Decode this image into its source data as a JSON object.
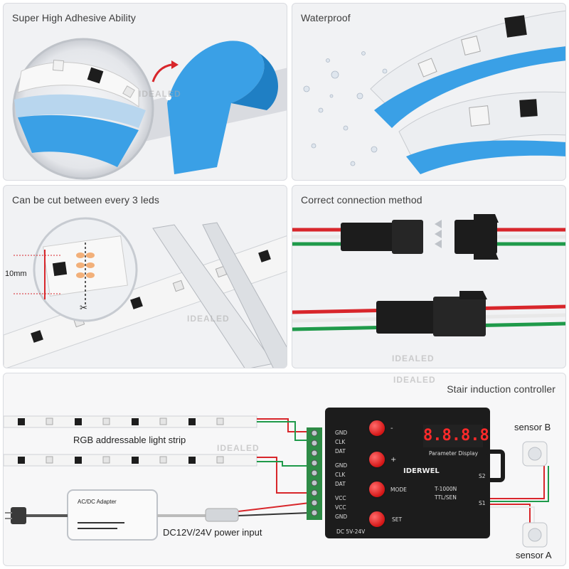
{
  "panels": {
    "adhesive": {
      "caption": "Super High Adhesive Ability"
    },
    "waterproof": {
      "caption": "Waterproof"
    },
    "cut": {
      "caption": "Can be cut between every 3 leds",
      "measure": "10mm"
    },
    "connection": {
      "caption": "Correct connection method"
    },
    "controller": {
      "caption": "Stair induction controller",
      "strip_label": "RGB addressable light strip",
      "power_label": "DC12V/24V power input",
      "adapter_label": "AC/DC Adapter",
      "sensor_b": "sensor B",
      "sensor_a": "sensor A",
      "display": "8.8.8.8",
      "display_caption": "Parameter Display",
      "brand": "IDERWEL",
      "model": "T-1000N",
      "mode_line": "TTL/SEN",
      "supply": "DC 5V-24V",
      "port_s2": "S2",
      "port_s1": "S1",
      "pins": [
        "GND",
        "CLK",
        "DAT",
        "GND",
        "CLK",
        "DAT",
        "VCC",
        "VCC",
        "GND"
      ],
      "buttons": [
        "-",
        "+",
        "MODE",
        "SET"
      ]
    }
  },
  "watermark": "IDEALED",
  "colors": {
    "tape_blue": "#3aa0e6",
    "wire_red": "#d8262b",
    "wire_green": "#1f9a4a",
    "wire_white": "#e8e8e8",
    "controller_body": "#1c1c1c",
    "button_red": "#e01b1b"
  }
}
